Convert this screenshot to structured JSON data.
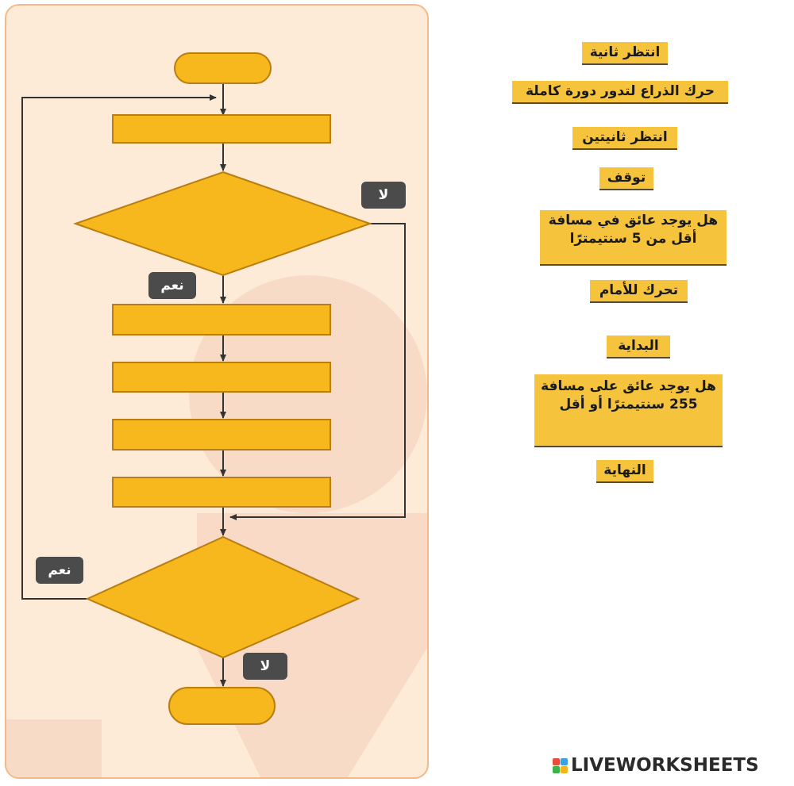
{
  "diagram": {
    "badges": {
      "no_top": "لا",
      "yes_top": "نعم",
      "yes_bottom": "نعم",
      "no_bottom": "لا"
    }
  },
  "options": [
    "انتظر ثانية",
    "حرك الذراع لتدور دورة كاملة",
    "انتظر ثانيتين",
    "توقف",
    "هل يوجد عائق في مسافة أقل من 5 سنتيمترًا",
    "تحرك للأمام",
    "البداية",
    "هل يوجد عائق على مسافة 255 سنتيمترًا أو أقل",
    "النهاية"
  ],
  "watermark": "LIVEWORKSHEETS",
  "colors": {
    "shape_fill": "#f6b81c",
    "shape_stroke": "#b97d10",
    "panel": "#fdebd7",
    "badge": "#4b4b4b"
  }
}
